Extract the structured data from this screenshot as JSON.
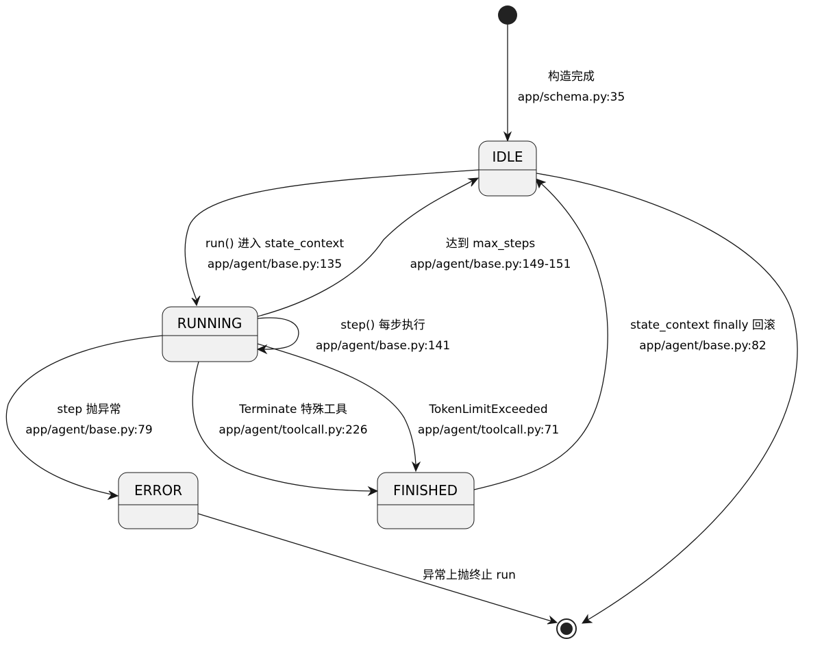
{
  "diagram": {
    "type": "state-diagram",
    "states": {
      "idle": "IDLE",
      "running": "RUNNING",
      "error": "ERROR",
      "finished": "FINISHED"
    },
    "transitions": {
      "start_to_idle": {
        "event": "构造完成",
        "ref": "app/schema.py:35"
      },
      "idle_to_running": {
        "event": "run() 进入 state_context",
        "ref": "app/agent/base.py:135"
      },
      "running_to_idle": {
        "event": "达到 max_steps",
        "ref": "app/agent/base.py:149-151"
      },
      "running_self": {
        "event": "step() 每步执行",
        "ref": "app/agent/base.py:141"
      },
      "running_to_error": {
        "event": "step 抛异常",
        "ref": "app/agent/base.py:79"
      },
      "running_to_finished_terminate": {
        "event": "Terminate 特殊工具",
        "ref": "app/agent/toolcall.py:226"
      },
      "running_to_finished_token": {
        "event": "TokenLimitExceeded",
        "ref": "app/agent/toolcall.py:71"
      },
      "finished_to_idle": {
        "event": "state_context finally 回滚",
        "ref": "app/agent/base.py:82"
      },
      "error_to_end": {
        "event": "异常上抛终止 run"
      }
    },
    "colors": {
      "state_fill": "#f1f1f1",
      "stroke": "#181818",
      "text": "#000000"
    }
  }
}
